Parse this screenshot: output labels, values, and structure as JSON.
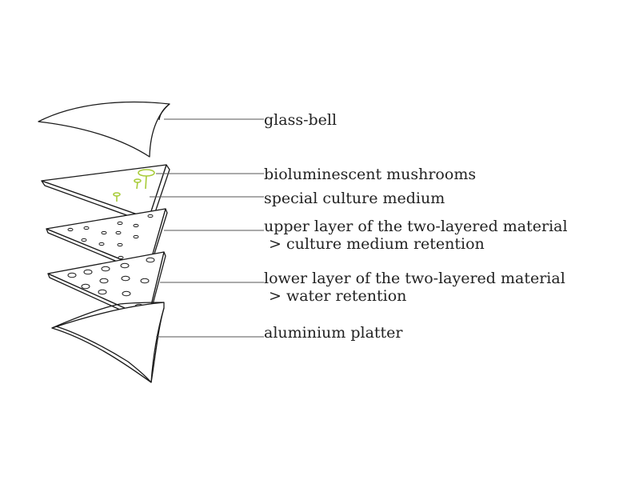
{
  "labels": {
    "glass_bell": "glass-bell",
    "mushrooms": "bioluminescent mushrooms",
    "culture_medium": "special culture medium",
    "upper_layer": "upper layer of the two-layered material",
    "upper_layer_note": "> culture medium retention",
    "lower_layer": "lower layer of the two-layered material",
    "lower_layer_note": "> water retention",
    "platter": "aluminium platter"
  },
  "colors": {
    "line": "#1a1a1a",
    "mushroom": "#a8cc3a",
    "leader": "#555555"
  }
}
